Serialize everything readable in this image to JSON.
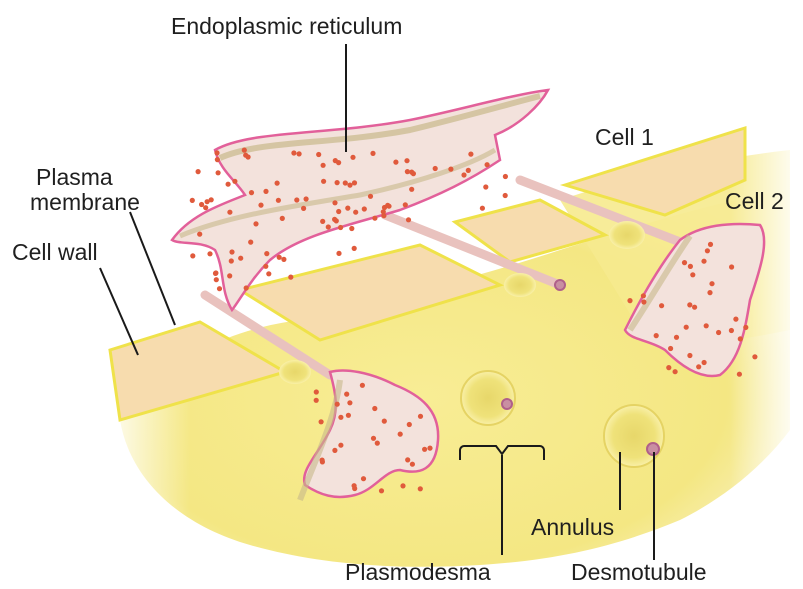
{
  "labels": {
    "endoplasmic_reticulum": "Endoplasmic reticulum",
    "plasma_membrane_line1": "Plasma",
    "plasma_membrane_line2": "membrane",
    "cell_wall": "Cell wall",
    "cell_1": "Cell 1",
    "cell_2": "Cell 2",
    "plasmodesma": "Plasmodesma",
    "annulus": "Annulus",
    "desmotubule": "Desmotubule"
  },
  "colors": {
    "cytoplasm": "#f6ea8e",
    "cell_wall_face": "#f7dcae",
    "membrane_edge": "#f0e44a",
    "er_fill": "#f3e2dc",
    "er_membrane": "#e2609a",
    "ribosome": "#e05a3c",
    "desmotubule": "#edc7c3"
  }
}
